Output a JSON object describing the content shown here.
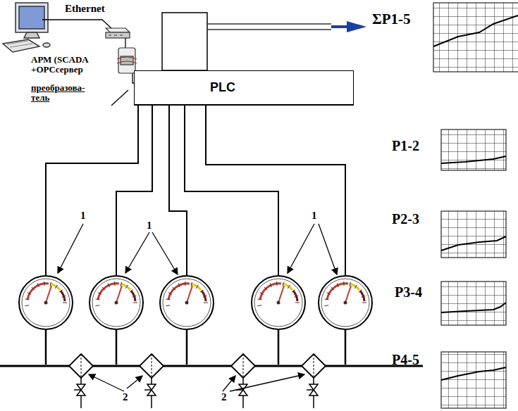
{
  "diagram": {
    "nodes": [
      {
        "text": [
          "PLC"
        ]
      }
    ],
    "labels": [
      "Ethernet",
      "АРМ (SCADA +OPCсервер",
      "преобразова- тель",
      "1",
      "1",
      "1",
      "2",
      "2",
      "ΣP1-5",
      "P1-2",
      "P2-3",
      "P3-4",
      "P4-5"
    ]
  }
}
